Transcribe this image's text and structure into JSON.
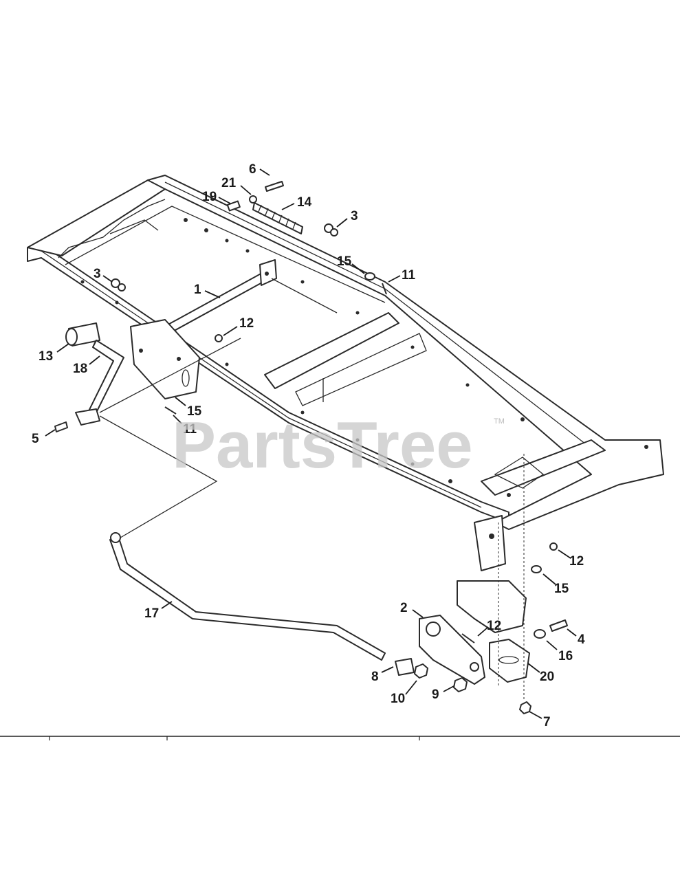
{
  "watermark": {
    "text": "PartsTree",
    "trademark": "TM"
  },
  "callouts": {
    "c1": "1",
    "c2": "2",
    "c3a": "3",
    "c3b": "3",
    "c4": "4",
    "c5": "5",
    "c6": "6",
    "c7": "7",
    "c8": "8",
    "c9": "9",
    "c10": "10",
    "c11a": "11",
    "c11b": "11",
    "c12a": "12",
    "c12b": "12",
    "c12c": "12",
    "c13": "13",
    "c14": "14",
    "c15a": "15",
    "c15b": "15",
    "c15c": "15",
    "c16": "16",
    "c17": "17",
    "c18": "18",
    "c19": "19",
    "c20": "20",
    "c21": "21"
  }
}
